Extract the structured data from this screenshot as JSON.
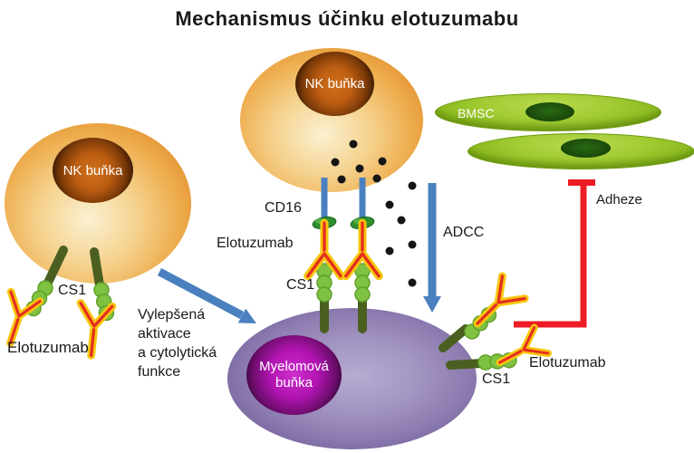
{
  "title": "Mechanismus účinku elotuzumabu",
  "cells": {
    "nk_top": {
      "label": "NK buňka"
    },
    "nk_left": {
      "label": "NK buňka"
    },
    "myeloma": {
      "label_lines": [
        "Myelomová",
        "buňka"
      ]
    },
    "bmsc": {
      "label": "BMSC"
    }
  },
  "labels": {
    "cd16": "CD16",
    "elotuzumab_center": "Elotuzumab",
    "cs1_center": "CS1",
    "cs1_left": "CS1",
    "elotuzumab_left": "Elotuzumab",
    "cs1_right": "CS1",
    "elotuzumab_right": "Elotuzumab",
    "adcc": "ADCC",
    "adheze": "Adheze",
    "activation_lines": [
      "Vylepšená",
      "aktivace",
      "a cytolytická",
      "funkce"
    ]
  },
  "colors": {
    "orange_cell_rim": "#da8121",
    "orange_cell_light": "#faf1d2",
    "purple_cell_rim": "#5e4d89",
    "purple_cell_light": "#b6abd1",
    "bmsc_green": "#8aba1e",
    "bmsc_nucleus_green": "#1b4c0c",
    "myeloma_nucleus_magenta": "#b214b2",
    "nk_nucleus_orange": "#bc5d12",
    "receptor_bead_green": "#7fc241",
    "receptor_stalk_green": "#4b5f21",
    "cd16_blue": "#4a80bf",
    "arrow_blue": "#4a80bf",
    "inhibition_red": "#ec1c24",
    "antibody_yellow": "#f6c60e",
    "antibody_red": "#e62e1f",
    "granule_black": "#151515"
  }
}
